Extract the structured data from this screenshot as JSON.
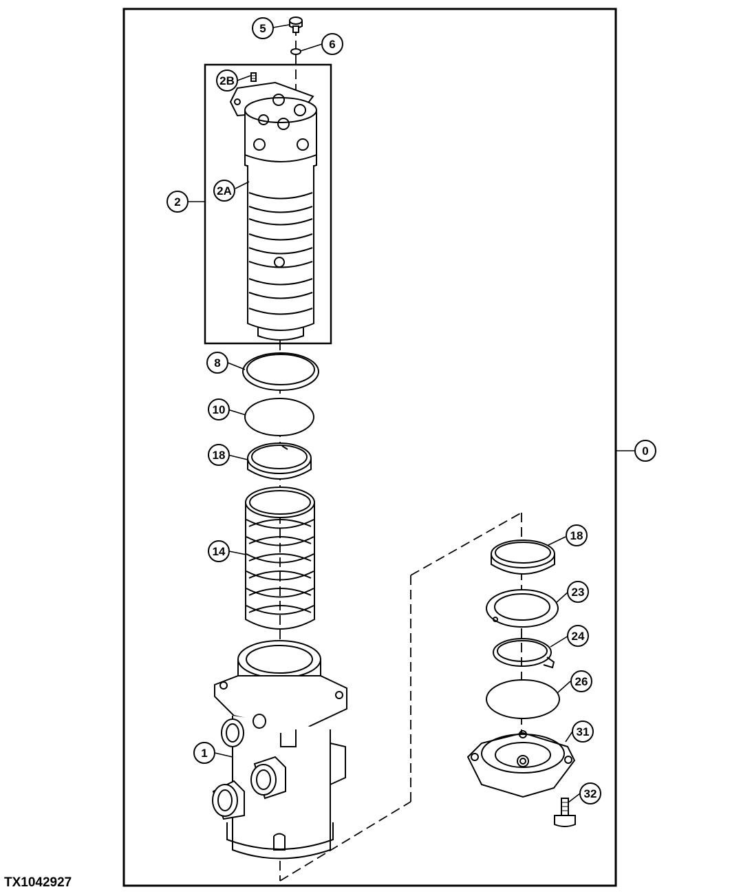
{
  "figure_id": "TX1042927",
  "colors": {
    "line": "#000000",
    "paper": "#ffffff"
  },
  "callouts": {
    "c0": "0",
    "c1": "1",
    "c2": "2",
    "c2A": "2A",
    "c2B": "2B",
    "c5": "5",
    "c6": "6",
    "c8": "8",
    "c10": "10",
    "c14": "14",
    "c18a": "18",
    "c18b": "18",
    "c23": "23",
    "c24": "24",
    "c26": "26",
    "c31": "31",
    "c32": "32"
  }
}
